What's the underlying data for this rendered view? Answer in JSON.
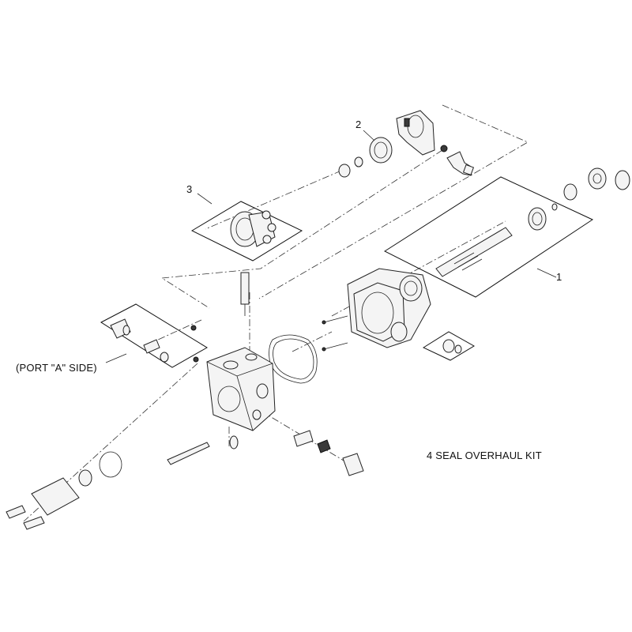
{
  "diagram": {
    "callouts": [
      {
        "id": "1",
        "label": "1"
      },
      {
        "id": "2",
        "label": "2"
      },
      {
        "id": "3",
        "label": "3"
      }
    ],
    "port_note": "(PORT \"A\" SIDE)",
    "kit_caption": "4  SEAL OVERHAUL KIT"
  }
}
